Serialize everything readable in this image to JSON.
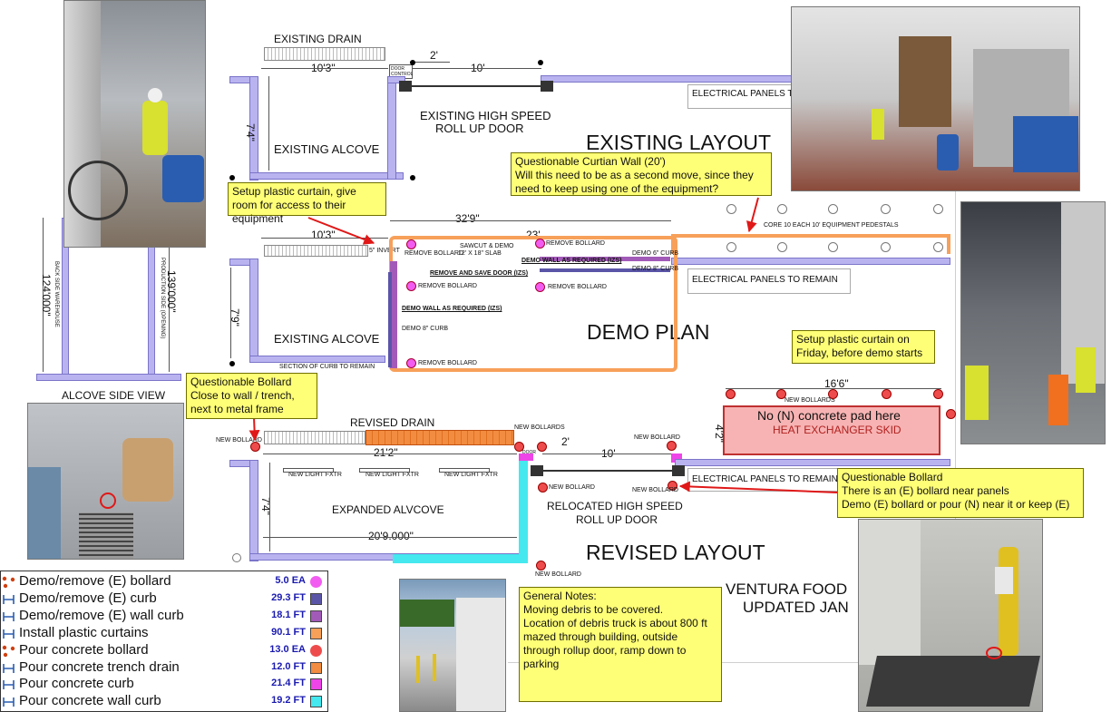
{
  "titles": {
    "existing_layout": "EXISTING LAYOUT",
    "demo_plan": "DEMO PLAN",
    "revised_layout": "REVISED LAYOUT",
    "alcove_side_view": "ALCOVE SIDE VIEW",
    "company_line1": "VENTURA FOOD",
    "company_line2": "UPDATED JAN"
  },
  "existing": {
    "drain_label": "EXISTING DRAIN",
    "dim_drain": "10'3\"",
    "dim_2ft": "2'",
    "dim_10ft": "10'",
    "door_control": "DOOR CONTROL",
    "alcove_dim": "7'4\"",
    "alcove_label": "EXISTING ALCOVE",
    "door_line1": "EXISTING HIGH SPEED",
    "door_line2": "ROLL UP DOOR",
    "panels": "ELECTRICAL PANELS TO"
  },
  "demo": {
    "dim_32_9": "32'9\"",
    "dim_23": "23'",
    "dim_10_3": "10'3\"",
    "invert": "5\" INVERT",
    "remove_bollard": "REMOVE BOLLARD",
    "sawcut_line1": "SAWCUT & DEMO",
    "sawcut_line2": "12' X 18\" SLAB",
    "demo_curb_6": "DEMO 6\" CURB",
    "demo_curb_8": "DEMO 8\" CURB",
    "demo_wall": "DEMO WALL AS REQUIRED (IZS)",
    "remove_save_door": "REMOVE AND SAVE DOOR (IZS)",
    "pedestals": "CORE 10 EACH 10' EQUIPMENT PEDESTALS",
    "panels": "ELECTRICAL PANELS TO REMAIN",
    "alcove_dim": "7'9\"",
    "alcove_label": "EXISTING ALCOVE",
    "section_curb": "SECTION OF CURB TO REMAIN"
  },
  "side_view": {
    "back_side": "BACK SIDE WAREHOUSE",
    "dim_124": "124'000\"",
    "dim_139": "139'000\"",
    "production_side": "PRODUCTION SIDE (OPENING)"
  },
  "revised": {
    "drain_label": "REVISED DRAIN",
    "new_bollard": "NEW BOLLARD",
    "new_bollards": "NEW BOLLARDS",
    "dim_21_2": "21'2\"",
    "dim_2ft": "2'",
    "dim_10ft": "10'",
    "door_small": "DOOR",
    "light": "NEW LIGHT FXTR",
    "alcove_dim": "7'4\"",
    "alcove_label": "EXPANDED ALVCOVE",
    "dim_20_9": "20'9.000\"",
    "door_line1": "RELOCATED HIGH SPEED",
    "door_line2": "ROLL UP DOOR",
    "panels": "ELECTRICAL PANELS TO REMAIN",
    "skid_dim_w": "16'6\"",
    "skid_dim_h": "4'2\"",
    "skid_line1": "No (N) concrete pad here",
    "skid_line2": "HEAT EXCHANGER SKID"
  },
  "notes": {
    "setup_curtain": "Setup plastic curtain, give room for access to their equipment",
    "curtain_wall_title": "Questionable Curtian Wall (20')",
    "curtain_wall_body": "Will this need to be as a second move, since they need to keep using one of the equipment?",
    "setup_friday": "Setup plastic curtain on Friday, before demo starts",
    "bollard_left_title": "Questionable Bollard",
    "bollard_left_body": "Close to wall / trench, next to metal frame",
    "bollard_right_title": "Questionable Bollard",
    "bollard_right_line1": "There is an (E) bollard near panels",
    "bollard_right_line2": "Demo (E) bollard or pour (N) near it or keep (E)",
    "general_title": "General Notes:",
    "general_line1": "Moving debris to be covered.",
    "general_line2": "Location of debris truck is about 800 ft mazed through building, outside through rollup door, ramp down to parking"
  },
  "legend": [
    {
      "label": "Demo/remove (E) bollard",
      "qty": "5.0 EA",
      "color": "#f25cf0",
      "shape": "circle",
      "icon": "count-dots-icon"
    },
    {
      "label": "Demo/remove (E) curb",
      "qty": "29.3 FT",
      "color": "#5b55a8",
      "shape": "square",
      "icon": "linear-measure-icon"
    },
    {
      "label": "Demo/remove (E) wall curb",
      "qty": "18.1 FT",
      "color": "#a25ab8",
      "shape": "square",
      "icon": "linear-measure-icon"
    },
    {
      "label": "Install plastic curtains",
      "qty": "90.1 FT",
      "color": "#f7a05a",
      "shape": "square",
      "icon": "linear-measure-icon"
    },
    {
      "label": "Pour concrete bollard",
      "qty": "13.0 EA",
      "color": "#ee4c4c",
      "shape": "circle",
      "icon": "count-dots-icon"
    },
    {
      "label": "Pour concrete trench drain",
      "qty": "12.0 FT",
      "color": "#f28c40",
      "shape": "square",
      "icon": "linear-measure-icon"
    },
    {
      "label": "Pour concrete curb",
      "qty": "21.4 FT",
      "color": "#ee44e8",
      "shape": "square",
      "icon": "linear-measure-icon"
    },
    {
      "label": "Pour concrete wall curb",
      "qty": "19.2 FT",
      "color": "#44e8ee",
      "shape": "square",
      "icon": "linear-measure-icon"
    }
  ],
  "colors": {
    "wall": "#b9b4f0",
    "curtain": "#f7a05a",
    "note": "#ffff77",
    "arrow": "#e01818",
    "skid": "#f7b3b3"
  }
}
